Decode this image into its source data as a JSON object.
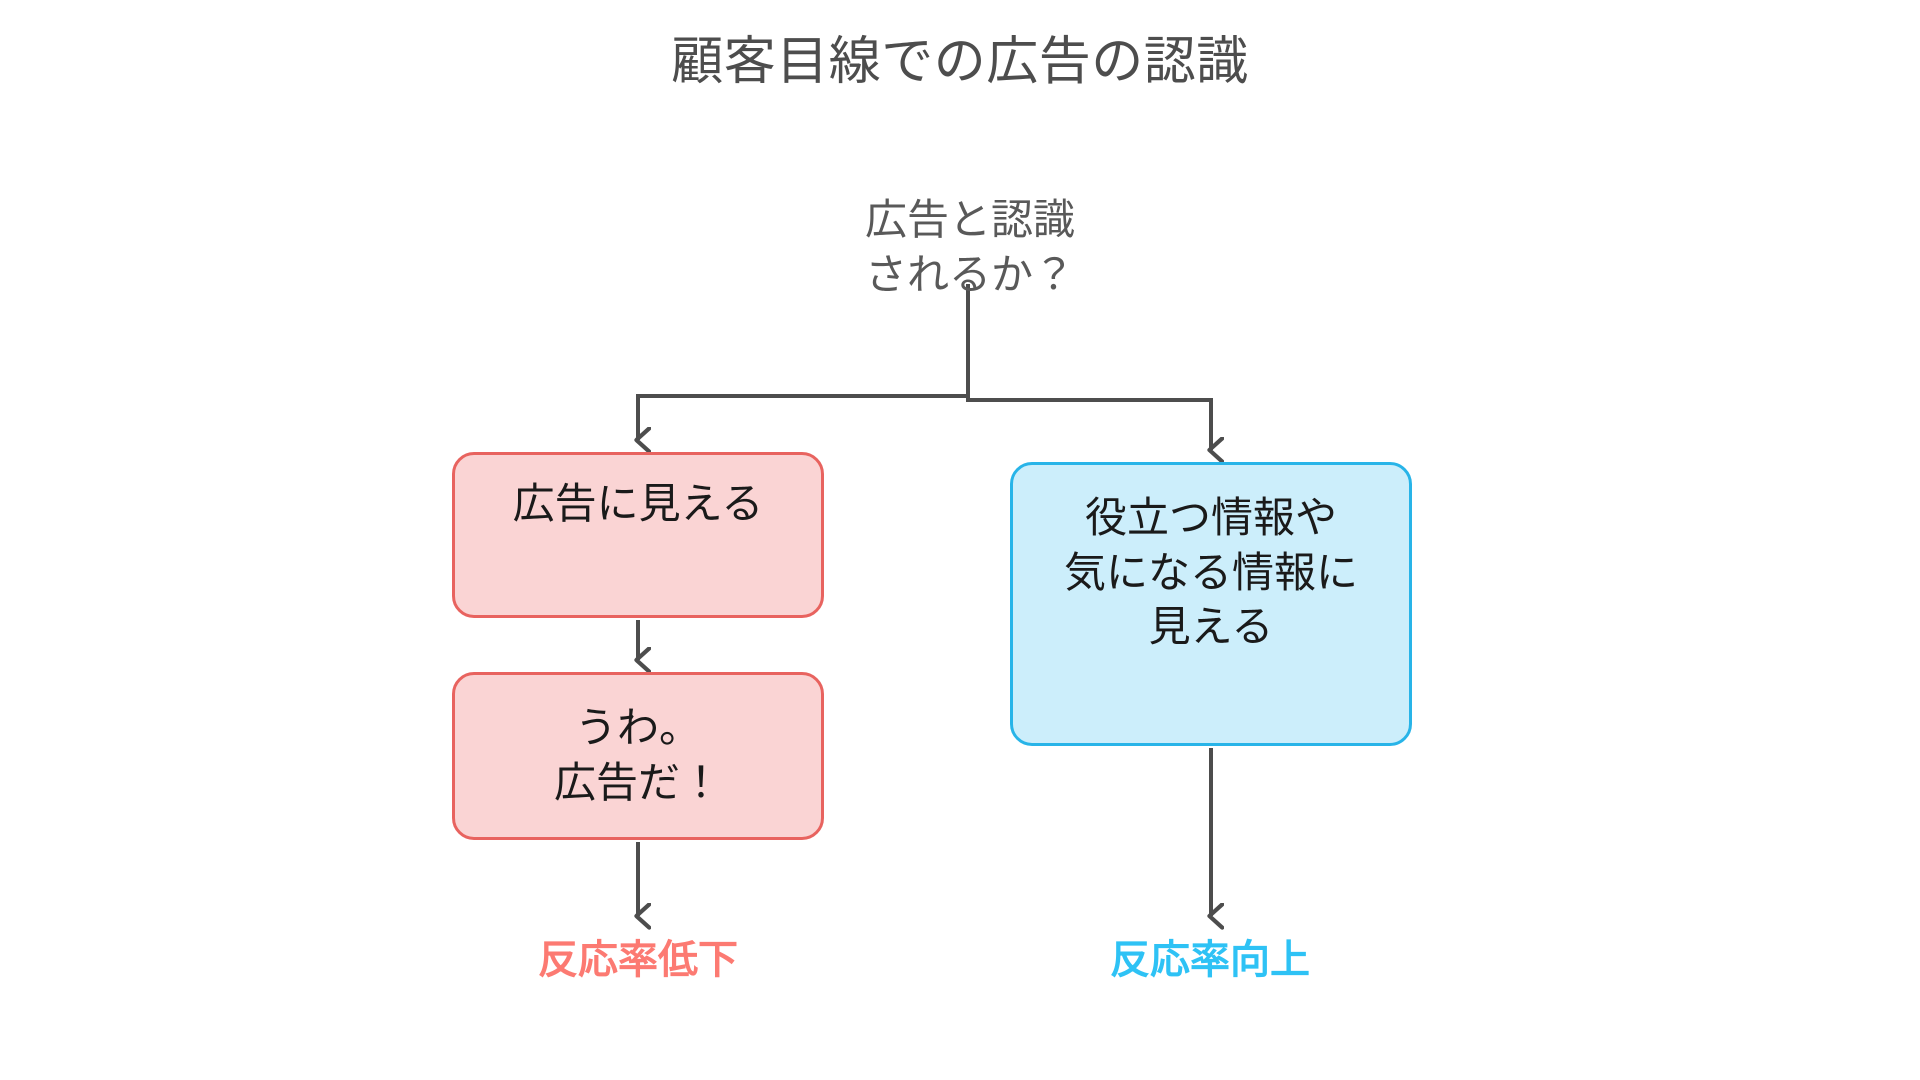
{
  "title": "顧客目線での広告の認識",
  "diagram": {
    "type": "flowchart",
    "orientation": "top-down",
    "root": {
      "id": "root-question",
      "lines": [
        "広告と認識",
        "されるか？"
      ],
      "shape": "plain-text",
      "text_color": "#595959"
    },
    "branches": [
      {
        "id": "branch-left",
        "side": "left",
        "nodes": [
          {
            "id": "node-ad-looking",
            "lines": [
              "広告に見える"
            ],
            "fill": "#fad4d4",
            "border": "#e8635f",
            "text_color": "#1a1a1a"
          },
          {
            "id": "node-ad-reaction",
            "lines": [
              "うわ。",
              "広告だ！"
            ],
            "fill": "#fad4d4",
            "border": "#e8635f",
            "text_color": "#1a1a1a"
          }
        ],
        "outcome": {
          "id": "outcome-low",
          "label": "反応率低下",
          "color": "#fc7a72"
        }
      },
      {
        "id": "branch-right",
        "side": "right",
        "nodes": [
          {
            "id": "node-useful-info",
            "lines": [
              "役立つ情報や",
              "気になる情報に",
              "見える"
            ],
            "fill": "#cceefb",
            "border": "#28b4e8",
            "text_color": "#1a1a1a"
          }
        ],
        "outcome": {
          "id": "outcome-high",
          "label": "反応率向上",
          "color": "#2ec2f5"
        }
      }
    ],
    "connector_color": "#4d4d4d",
    "background": "#ffffff"
  }
}
